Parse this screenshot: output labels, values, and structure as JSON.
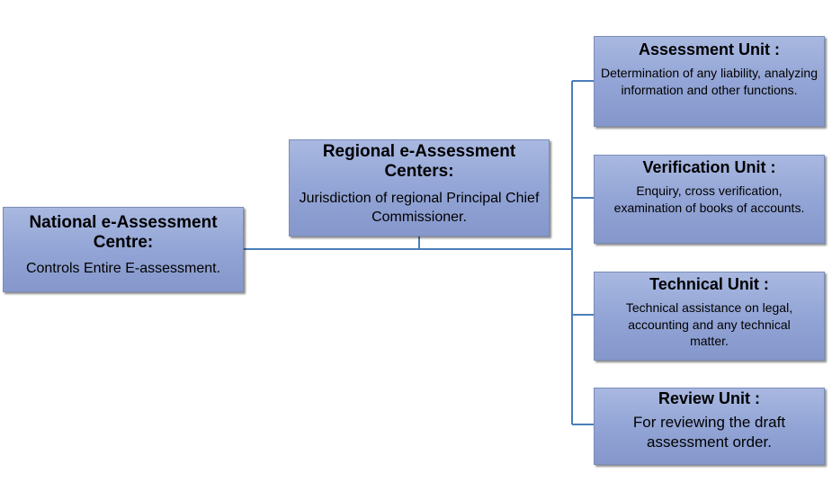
{
  "national": {
    "title": "National e-Assessment Centre:",
    "desc": "Controls Entire E-assessment."
  },
  "regional": {
    "title": "Regional e-Assessment Centers:",
    "desc": "Jurisdiction of regional Principal Chief Commissioner."
  },
  "units": [
    {
      "title": "Assessment Unit :",
      "desc": "Determination of any liability, analyzing information and other functions."
    },
    {
      "title": "Verification Unit :",
      "desc": "Enquiry, cross verification, examination of books of accounts."
    },
    {
      "title": "Technical Unit :",
      "desc": "Technical assistance on legal, accounting and any technical matter."
    },
    {
      "title": "Review Unit :",
      "desc": "For reviewing the draft assessment order."
    }
  ],
  "colors": {
    "box_fill": "#93a5d6",
    "box_border": "#7b8cb8",
    "connector": "#4a7ebb"
  }
}
